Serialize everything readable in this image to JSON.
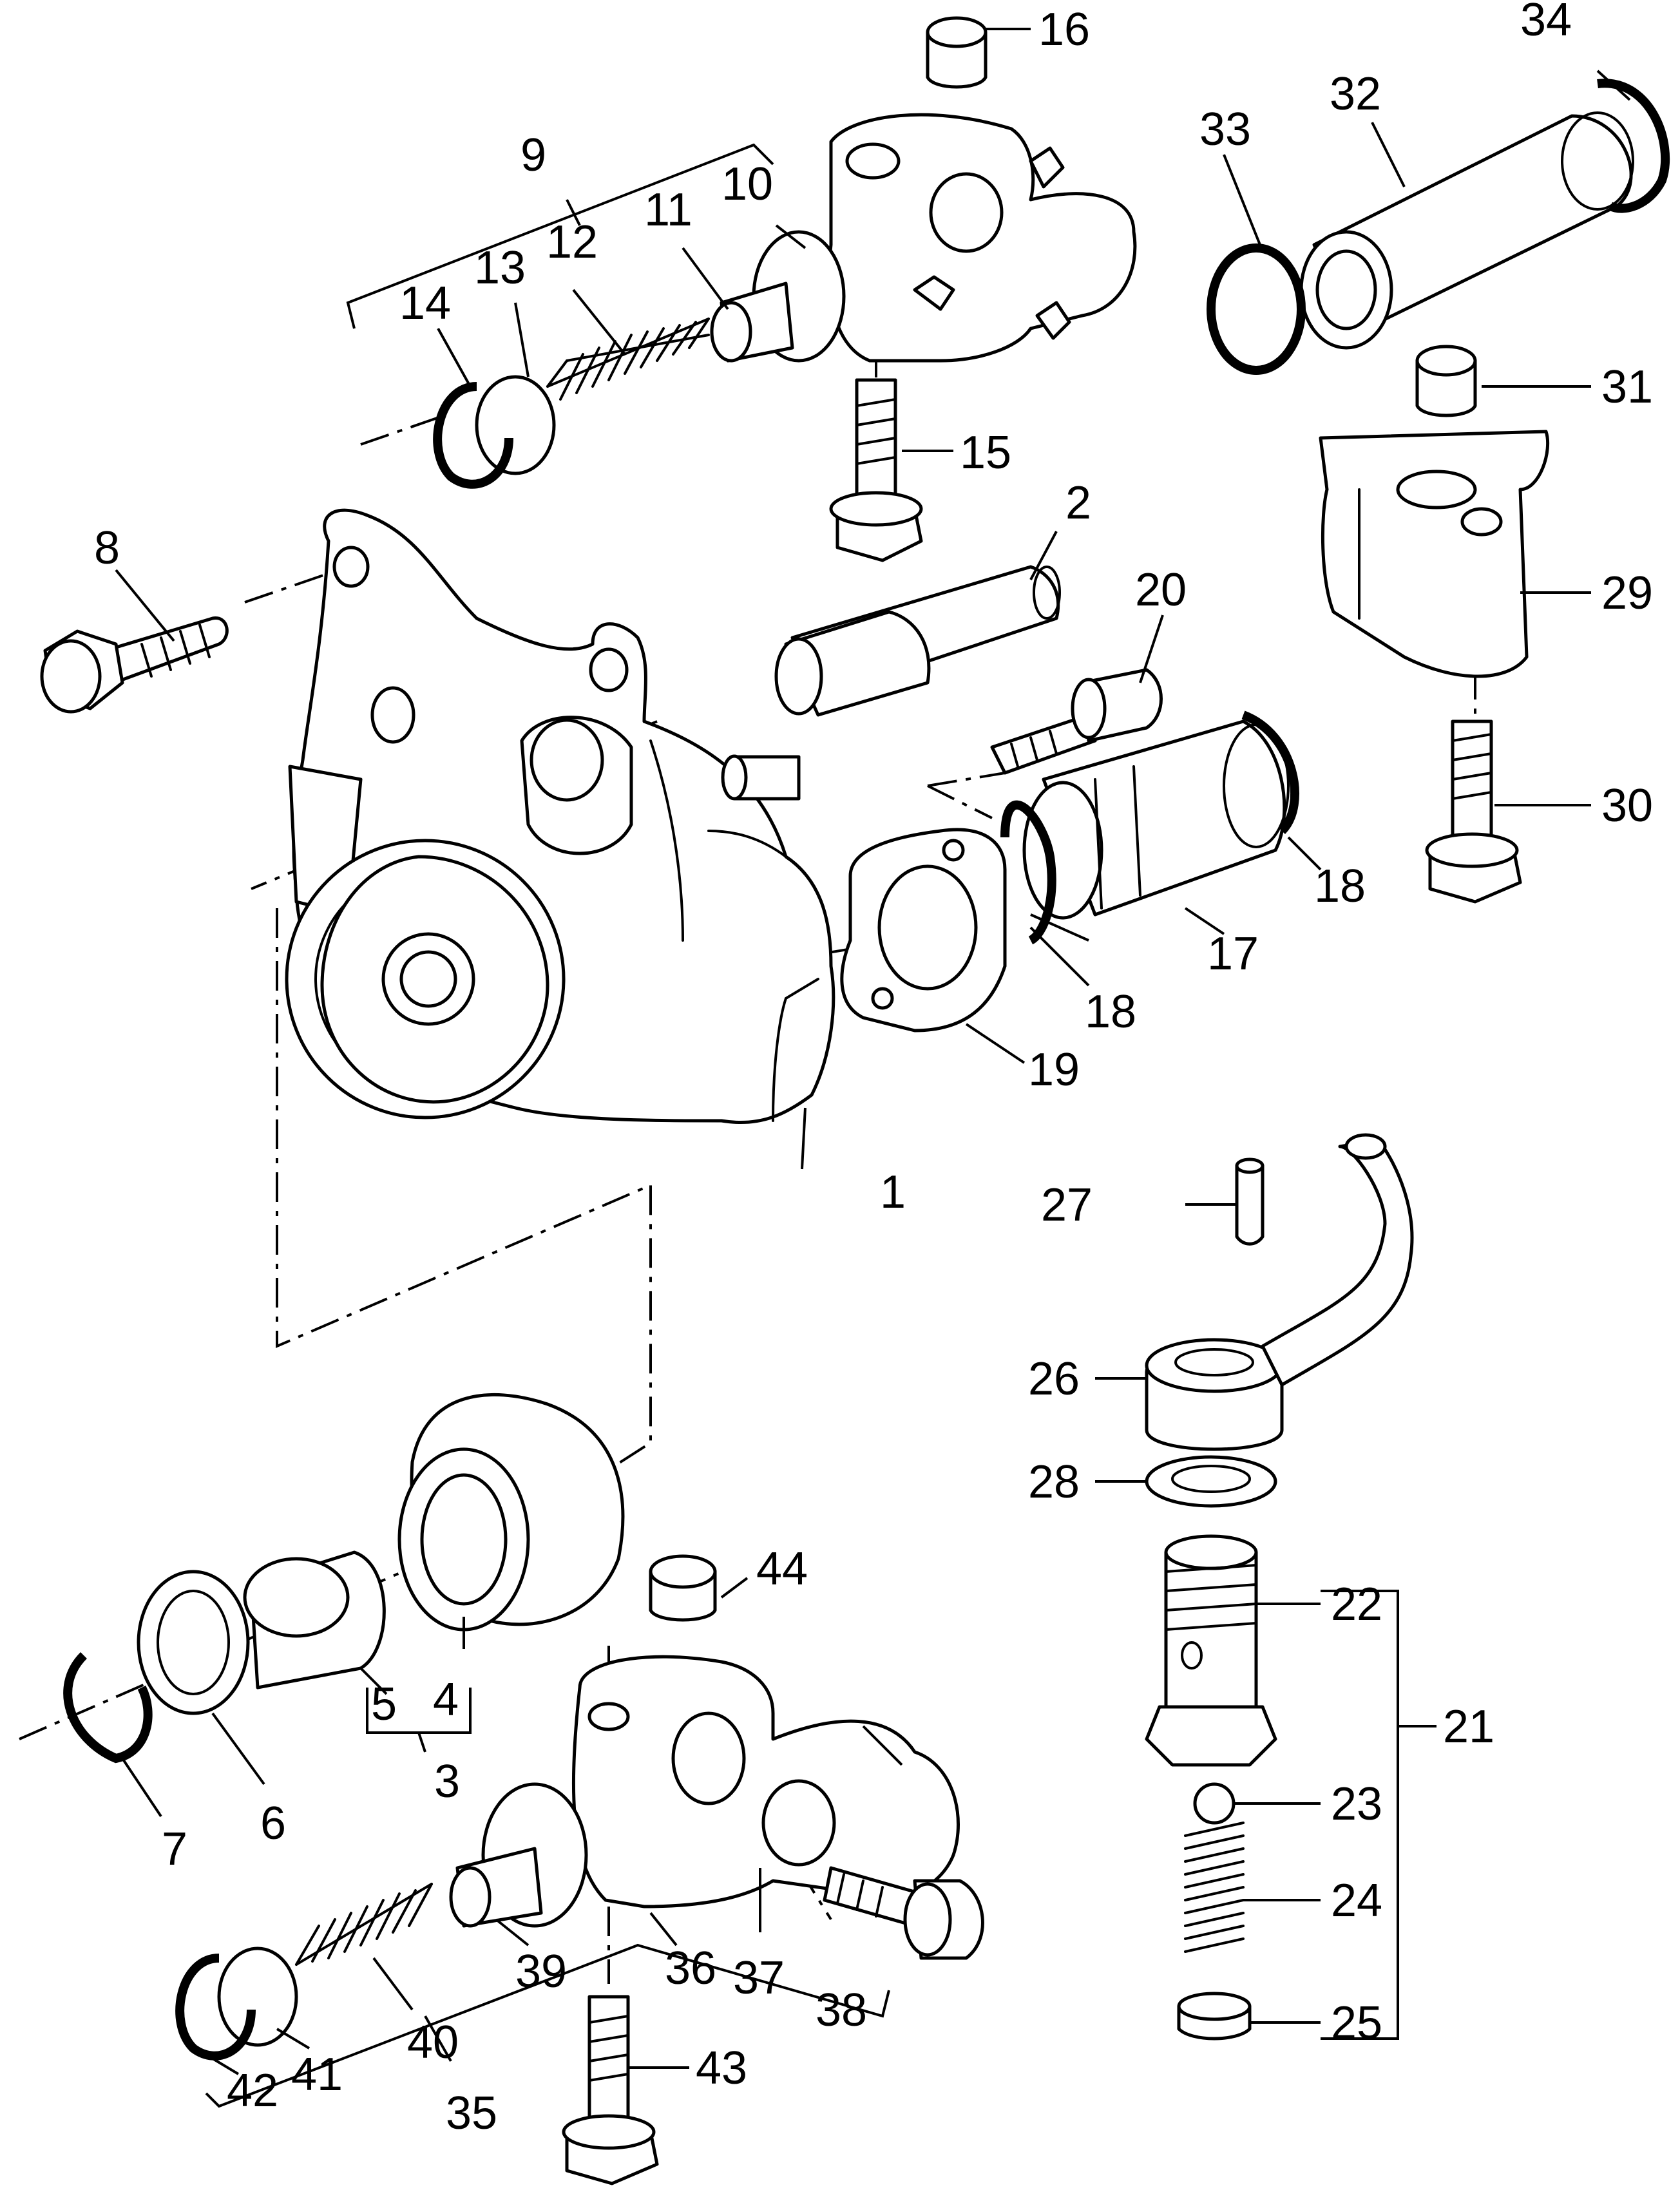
{
  "callouts": [
    {
      "id": "p1",
      "label": "1"
    },
    {
      "id": "p2",
      "label": "2"
    },
    {
      "id": "p3",
      "label": "3"
    },
    {
      "id": "p4",
      "label": "4"
    },
    {
      "id": "p5",
      "label": "5"
    },
    {
      "id": "p6",
      "label": "6"
    },
    {
      "id": "p7",
      "label": "7"
    },
    {
      "id": "p8",
      "label": "8"
    },
    {
      "id": "p9",
      "label": "9"
    },
    {
      "id": "p10",
      "label": "10"
    },
    {
      "id": "p11",
      "label": "11"
    },
    {
      "id": "p12",
      "label": "12"
    },
    {
      "id": "p13",
      "label": "13"
    },
    {
      "id": "p14",
      "label": "14"
    },
    {
      "id": "p15",
      "label": "15"
    },
    {
      "id": "p16",
      "label": "16"
    },
    {
      "id": "p17",
      "label": "17"
    },
    {
      "id": "p18a",
      "label": "18"
    },
    {
      "id": "p18b",
      "label": "18"
    },
    {
      "id": "p19",
      "label": "19"
    },
    {
      "id": "p20",
      "label": "20"
    },
    {
      "id": "p21",
      "label": "21"
    },
    {
      "id": "p22",
      "label": "22"
    },
    {
      "id": "p23",
      "label": "23"
    },
    {
      "id": "p24",
      "label": "24"
    },
    {
      "id": "p25",
      "label": "25"
    },
    {
      "id": "p26",
      "label": "26"
    },
    {
      "id": "p27",
      "label": "27"
    },
    {
      "id": "p28",
      "label": "28"
    },
    {
      "id": "p29",
      "label": "29"
    },
    {
      "id": "p30",
      "label": "30"
    },
    {
      "id": "p31",
      "label": "31"
    },
    {
      "id": "p32",
      "label": "32"
    },
    {
      "id": "p33",
      "label": "33"
    },
    {
      "id": "p34",
      "label": "34"
    },
    {
      "id": "p35",
      "label": "35"
    },
    {
      "id": "p36",
      "label": "36"
    },
    {
      "id": "p37",
      "label": "37"
    },
    {
      "id": "p38",
      "label": "38"
    },
    {
      "id": "p39",
      "label": "39"
    },
    {
      "id": "p40",
      "label": "40"
    },
    {
      "id": "p41",
      "label": "41"
    },
    {
      "id": "p42",
      "label": "42"
    },
    {
      "id": "p43",
      "label": "43"
    },
    {
      "id": "p44",
      "label": "44"
    }
  ]
}
